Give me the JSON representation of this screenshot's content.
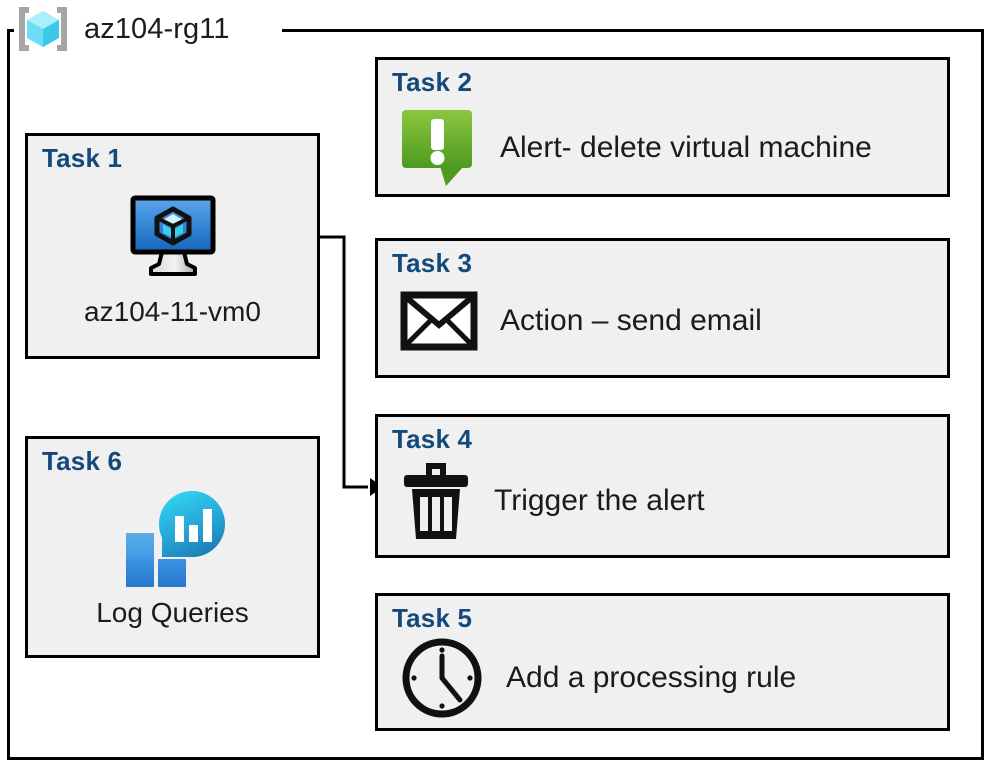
{
  "resource_group": {
    "name": "az104-rg11",
    "icon": "resource-group-cube-icon",
    "colors": {
      "bracket": "#a6a6a6",
      "cube_light": "#9fe9fb",
      "cube_mid": "#61dcf5",
      "cube_dark": "#2fc3e3"
    }
  },
  "tasks": [
    {
      "id": "task-1",
      "title": "Task 1",
      "label": "az104-11-vm0",
      "icon": "virtual-machine-icon",
      "layout": "vertical",
      "column": "left"
    },
    {
      "id": "task-2",
      "title": "Task 2",
      "label": "Alert- delete virtual machine",
      "icon": "alert-bubble-icon",
      "layout": "horizontal",
      "column": "right"
    },
    {
      "id": "task-3",
      "title": "Task 3",
      "label": "Action – send email",
      "icon": "envelope-icon",
      "layout": "horizontal",
      "column": "right"
    },
    {
      "id": "task-4",
      "title": "Task 4",
      "label": "Trigger the alert",
      "icon": "trash-delete-icon",
      "layout": "horizontal",
      "column": "right"
    },
    {
      "id": "task-5",
      "title": "Task 5",
      "label": "Add a processing rule",
      "icon": "clock-icon",
      "layout": "horizontal",
      "column": "right"
    },
    {
      "id": "task-6",
      "title": "Task 6",
      "label": "Log Queries",
      "icon": "log-analytics-icon",
      "layout": "vertical",
      "column": "left"
    }
  ],
  "connector": {
    "from": "task-1-vm-icon",
    "to": "task-4",
    "arrow": "arrowhead-right"
  },
  "colors": {
    "title_blue": "#14497b",
    "card_fill": "#f0f0f0",
    "stroke": "#000000",
    "alert_green_light": "#86c440",
    "alert_green_dark": "#4e9a1e",
    "vm_screen_light": "#4e9be6",
    "vm_screen_dark": "#1f6fc4",
    "log_square_light": "#4fa3ee",
    "log_square_dark": "#2b82d4",
    "log_circle_light": "#2fd0ef",
    "log_circle_dark": "#1f7ab8"
  }
}
